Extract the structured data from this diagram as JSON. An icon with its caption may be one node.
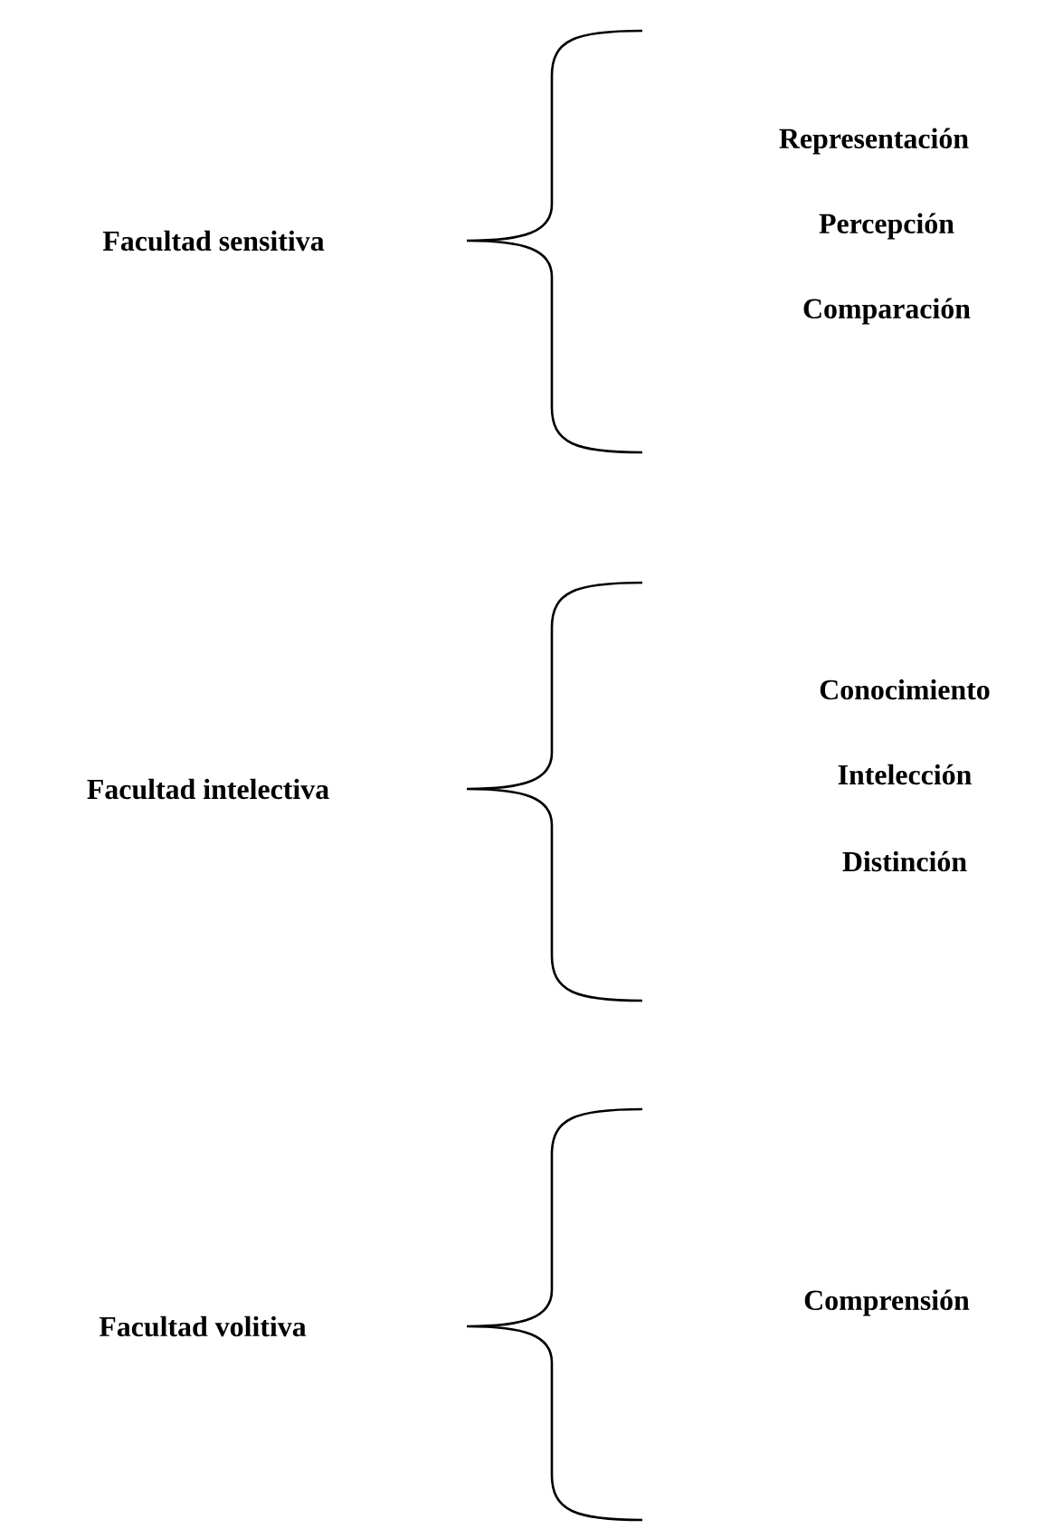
{
  "diagram": {
    "labels": [
      "Facultad sensitiva",
      "Representación",
      "Percepción",
      "Comparación",
      "Facultad intelectiva",
      "Conocimiento",
      "Intelección",
      "Distinción",
      "Facultad volitiva",
      "Comprensión"
    ]
  }
}
